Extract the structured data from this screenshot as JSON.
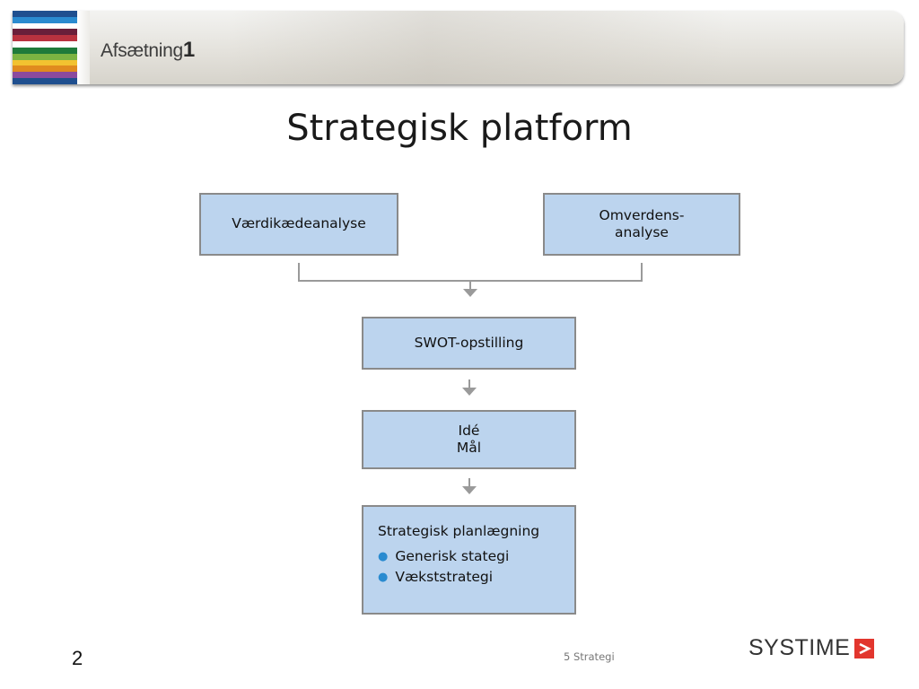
{
  "header": {
    "book_title": "Afsætning",
    "book_number": "1",
    "stripe_colors": [
      "#1f4f8f",
      "#2a8bd0",
      "#ffffff",
      "#6a1f3a",
      "#b9323f",
      "#ffffff",
      "#1f7a3a",
      "#7cb342",
      "#f2c230",
      "#e08a1e",
      "#8b4a9e",
      "#1f4f8f"
    ]
  },
  "slide": {
    "title": "Strategisk platform"
  },
  "diagram": {
    "box_color": "#bcd4ee",
    "value_chain": "Værdikædeanalyse",
    "environment_line1": "Omverdens-",
    "environment_line2": "analyse",
    "swot": "SWOT-opstilling",
    "idea": "Idé",
    "goal": "Mål",
    "planning": {
      "heading": "Strategisk planlægning",
      "items": [
        "Generisk stategi",
        "Vækststrategi"
      ]
    }
  },
  "footer": {
    "page_number": "2",
    "chapter": "5 Strategi",
    "brand": "SYSTIME",
    "brand_color": "#e2362e"
  }
}
